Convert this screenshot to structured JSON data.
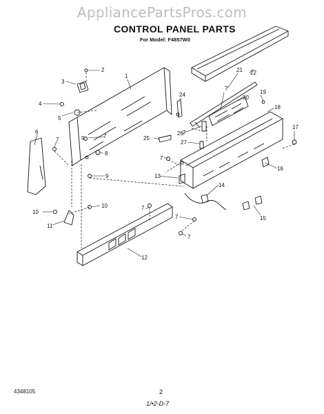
{
  "watermark": "AppliancePartsPros.com",
  "title": "CONTROL PANEL PARTS",
  "subtitle": "For Model: F4857W0",
  "footer": {
    "doc_number": "4348105",
    "page": "2",
    "code": "1/•2-D-7"
  },
  "callouts": [
    "1",
    "2",
    "3",
    "4",
    "5",
    "6",
    "7",
    "7",
    "7",
    "7",
    "7",
    "7",
    "7",
    "7",
    "8",
    "9",
    "9",
    "10",
    "10",
    "11",
    "12",
    "13",
    "14",
    "15",
    "16",
    "17",
    "18",
    "19",
    "20",
    "21",
    "22",
    "24",
    "25",
    "26",
    "27"
  ]
}
